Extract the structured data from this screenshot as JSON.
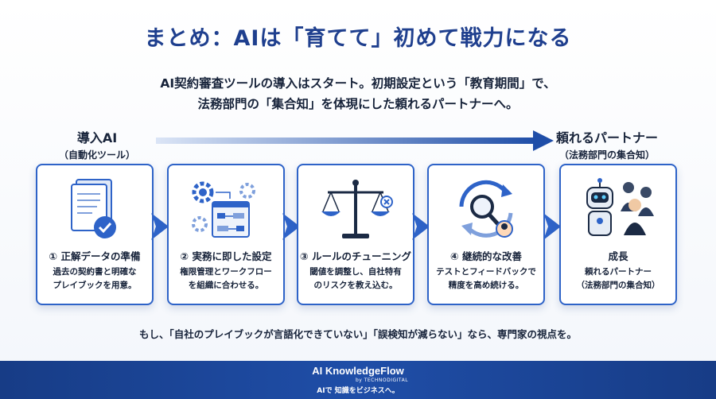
{
  "title": "まとめ：AIは「育てて」初めて戦力になる",
  "subtitle": {
    "line1": "AI契約審査ツールの導入はスタート。初期設定という「教育期間」で、",
    "line2": "法務部門の「集合知」を体現にした頼れるパートナーへ。"
  },
  "start": {
    "label": "導入AI",
    "sublabel": "（自動化ツール）"
  },
  "end": {
    "label": "頼れるパートナー",
    "sublabel": "（法務部門の集合知）"
  },
  "steps": [
    {
      "title": "① 正解データの準備",
      "desc1": "過去の契約書と明確な",
      "desc2": "プレイブックを用意。",
      "icon": "documents-check-icon"
    },
    {
      "title": "② 実務に即した設定",
      "desc1": "権限管理とワークフロー",
      "desc2": "を組織に合わせる。",
      "icon": "gears-workflow-icon"
    },
    {
      "title": "③ ルールのチューニング",
      "desc1": "閾値を調整し、自社特有",
      "desc2": "のリスクを教え込む。",
      "icon": "balance-scale-icon"
    },
    {
      "title": "④ 継続的な改善",
      "desc1": "テストとフィードバックで",
      "desc2": "精度を高め続ける。",
      "icon": "magnifier-cycle-icon"
    },
    {
      "title": "成長",
      "desc1": "頼れるパートナー",
      "desc2": "（法務部門の集合知）",
      "icon": "robot-team-icon"
    }
  ],
  "note": "もし、「自社のプレイブックが言語化できていない」「誤検知が減らない」なら、専門家の視点を。",
  "footer": {
    "brand": "AI KnowledgeFlow",
    "by": "by TECHNODIGITAL",
    "tagline": "AIで 知識をビジネスへ。"
  },
  "colors": {
    "primary": "#2e63c8",
    "navy": "#1f3f8e",
    "band": "#173c86"
  }
}
